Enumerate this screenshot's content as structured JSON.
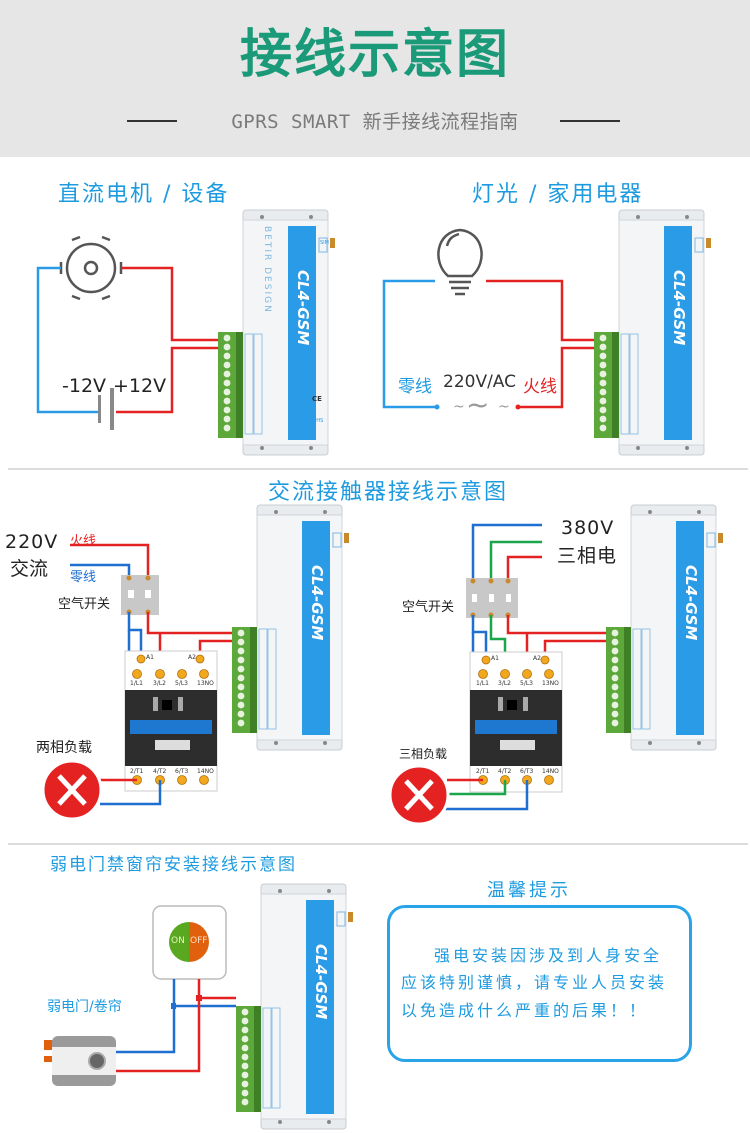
{
  "header": {
    "title": "接线示意图",
    "subtitle": "GPRS SMART 新手接线流程指南"
  },
  "device": {
    "model": "CL4-GSM",
    "type": "controller",
    "brand": "BETIR DESIGN",
    "sim_label": "SIM",
    "cert": "CE",
    "rohs": "RoHS"
  },
  "sections": {
    "dc_motor": {
      "title": "直流电机 / 设备",
      "neg_label": "-12V",
      "pos_label": "+12V"
    },
    "lighting": {
      "title": "灯光 / 家用电器",
      "neutral_label": "零线",
      "voltage_label": "220V/AC",
      "live_label": "火线"
    },
    "contactor": {
      "title": "交流接触器接线示意图",
      "left": {
        "supply_label": "220V",
        "supply_type": "交流",
        "live_label": "火线",
        "neutral_label": "零线",
        "breaker_label": "空气开关",
        "load_label": "两相负载"
      },
      "right": {
        "supply_label": "380V",
        "supply_type": "三相电",
        "breaker_label": "空气开关",
        "load_label": "三相负载"
      },
      "terminals_top": [
        "1/L1",
        "3/L2",
        "5/L3",
        "13NO"
      ],
      "terminals_bottom": [
        "2/T1",
        "4/T2",
        "6/T3",
        "14NO"
      ],
      "coil_a1": "A1",
      "coil_a2": "A2"
    },
    "weak_current": {
      "title": "弱电门禁窗帘安装接线示意图",
      "device_label": "弱电门/卷帘",
      "switch_on": "ON",
      "switch_off": "OFF"
    },
    "tips": {
      "title": "温馨提示",
      "lines": [
        "强电安装因涉及到人身安全",
        "应该特别谨慎，请专业人员安装",
        "以免造成什么严重的后果！！"
      ]
    }
  },
  "colors": {
    "title_green": "#1a9a78",
    "section_blue": "#1e9be0",
    "wire_red": "#e52222",
    "wire_blue": "#1e6fd0",
    "wire_lightblue": "#2a9be6",
    "wire_green": "#1aa64a",
    "device_blue": "#2a9be6",
    "terminal_green": "#5da83a"
  }
}
